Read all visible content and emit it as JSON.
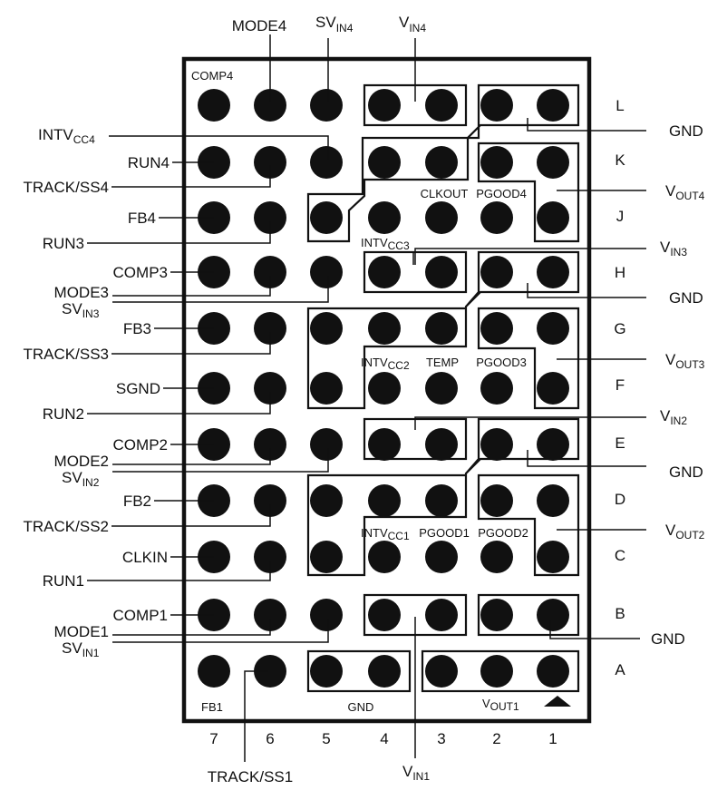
{
  "column_numbers": [
    "7",
    "6",
    "5",
    "4",
    "3",
    "2",
    "1"
  ],
  "row_letters": [
    "L",
    "K",
    "J",
    "H",
    "G",
    "F",
    "E",
    "D",
    "C",
    "B",
    "A"
  ],
  "top_pins": {
    "mode4": "MODE4",
    "svin4": {
      "main": "SV",
      "sub": "IN4"
    },
    "vin4": {
      "main": "V",
      "sub": "IN4"
    }
  },
  "left_pins": {
    "intvcc4": {
      "main": "INTV",
      "sub": "CC4"
    },
    "run4": "RUN4",
    "track_ss4": "TRACK/SS4",
    "fb4": "FB4",
    "run3": "RUN3",
    "comp3": "COMP3",
    "mode3": "MODE3",
    "svin3": {
      "main": "SV",
      "sub": "IN3"
    },
    "fb3": "FB3",
    "track_ss3": "TRACK/SS3",
    "sgnd": "SGND",
    "run2": "RUN2",
    "comp2": "COMP2",
    "mode2": "MODE2",
    "svin2": {
      "main": "SV",
      "sub": "IN2"
    },
    "fb2": "FB2",
    "track_ss2": "TRACK/SS2",
    "clkin": "CLKIN",
    "run1": "RUN1",
    "comp1": "COMP1",
    "mode1": "MODE1",
    "svin1": {
      "main": "SV",
      "sub": "IN1"
    }
  },
  "right_pins": {
    "gnd_l": "GND",
    "vout4": {
      "main": "V",
      "sub": "OUT4"
    },
    "vin3": {
      "main": "V",
      "sub": "IN3"
    },
    "gnd_h": "GND",
    "vout3": {
      "main": "V",
      "sub": "OUT3"
    },
    "vin2": {
      "main": "V",
      "sub": "IN2"
    },
    "gnd_e": "GND",
    "vout2": {
      "main": "V",
      "sub": "OUT2"
    },
    "gnd_b": "GND"
  },
  "bottom_pins": {
    "track_ss1": "TRACK/SS1",
    "vin1": {
      "main": "V",
      "sub": "IN1"
    }
  },
  "inside_labels": {
    "comp4": "COMP4",
    "clkout": "CLKOUT",
    "pgood4": "PGOOD4",
    "intvcc3": {
      "main": "INTV",
      "sub": "CC3"
    },
    "intvcc2": {
      "main": "INTV",
      "sub": "CC2"
    },
    "temp": "TEMP",
    "pgood3": "PGOOD3",
    "intvcc1": {
      "main": "INTV",
      "sub": "CC1"
    },
    "pgood1": "PGOOD1",
    "pgood2": "PGOOD2",
    "fb1": "FB1",
    "gnd_a": "GND",
    "vout1": {
      "main": "V",
      "sub": "OUT1"
    }
  }
}
